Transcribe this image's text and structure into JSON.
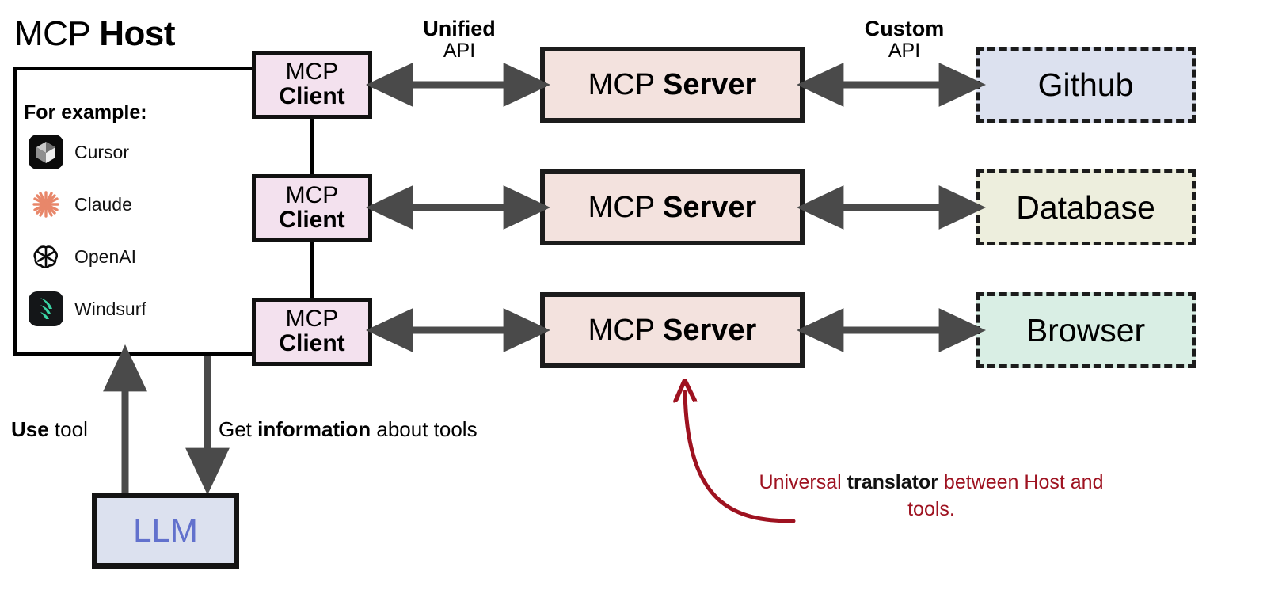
{
  "host": {
    "title_regular": "MCP ",
    "title_bold": "Host",
    "for_example_label": "For example:",
    "examples": [
      {
        "label": "Cursor",
        "icon": "cursor-logo-icon"
      },
      {
        "label": "Claude",
        "icon": "claude-logo-icon"
      },
      {
        "label": "OpenAI",
        "icon": "openai-logo-icon"
      },
      {
        "label": "Windsurf",
        "icon": "windsurf-logo-icon"
      }
    ]
  },
  "clients": [
    {
      "line1": "MCP",
      "line2": "Client"
    },
    {
      "line1": "MCP",
      "line2": "Client"
    },
    {
      "line1": "MCP",
      "line2": "Client"
    }
  ],
  "servers": [
    {
      "text_regular": "MCP ",
      "text_bold": "Server"
    },
    {
      "text_regular": "MCP ",
      "text_bold": "Server"
    },
    {
      "text_regular": "MCP ",
      "text_bold": "Server"
    }
  ],
  "tools": [
    {
      "label": "Github",
      "color": "#dce1ef"
    },
    {
      "label": "Database",
      "color": "#edeedd"
    },
    {
      "label": "Browser",
      "color": "#d9eee4"
    }
  ],
  "api_labels": {
    "unified": {
      "bold": "Unified",
      "regular": "API"
    },
    "custom": {
      "bold": "Custom",
      "regular": "API"
    }
  },
  "flows": {
    "use_tool": {
      "bold": "Use",
      "regular": " tool"
    },
    "get_info": {
      "pre": "Get ",
      "bold": "information",
      "post": " about tools"
    }
  },
  "llm": {
    "label": "LLM"
  },
  "note": {
    "line1_pre": "Universal ",
    "line1_bold": "translator",
    "line1_post": " between",
    "line2": "Host and tools."
  },
  "colors": {
    "client_fill": "#f3e1ee",
    "server_fill": "#f3e2de",
    "llm_fill": "#dce1ef",
    "llm_text": "#6271cd",
    "arrow_gray": "#4a4a4a",
    "note_red": "#9e1220",
    "stroke_black": "#111111"
  }
}
